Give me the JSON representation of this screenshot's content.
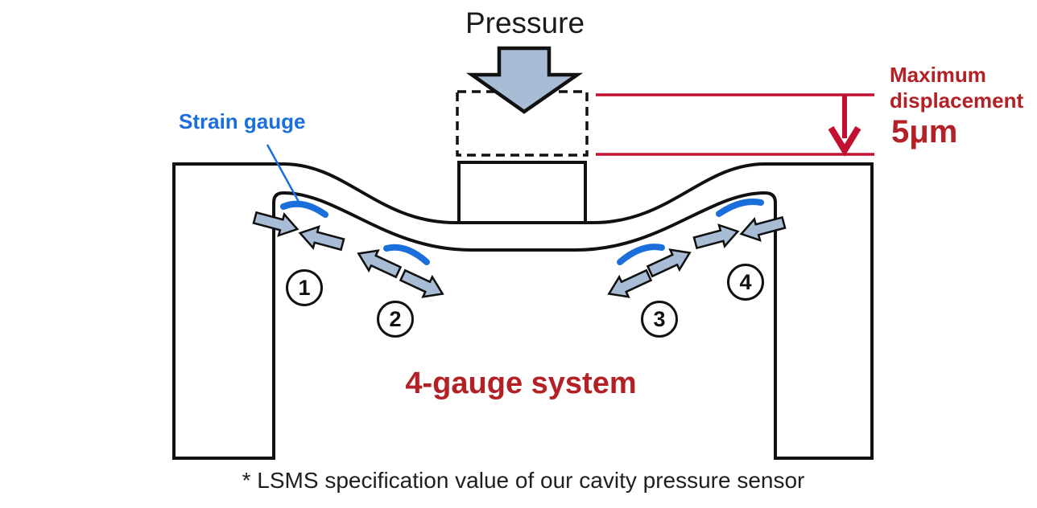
{
  "title": "Pressure",
  "annotations": {
    "strain_gauge_label": "Strain gauge",
    "max_disp_line1": "Maximum",
    "max_disp_line2": "displacement",
    "max_disp_value": "5μm",
    "system_label": "4-gauge system",
    "footnote": "* LSMS specification value of our cavity pressure sensor"
  },
  "gauges": [
    {
      "number": "1"
    },
    {
      "number": "2"
    },
    {
      "number": "3"
    },
    {
      "number": "4"
    }
  ],
  "colors": {
    "ink": "#111111",
    "steel-arrow": "#a9bcd6",
    "gauge-blue": "#1a6fdc",
    "red-line": "#c21130",
    "red-text": "#b32025",
    "text-dark": "#1f1f1f"
  }
}
